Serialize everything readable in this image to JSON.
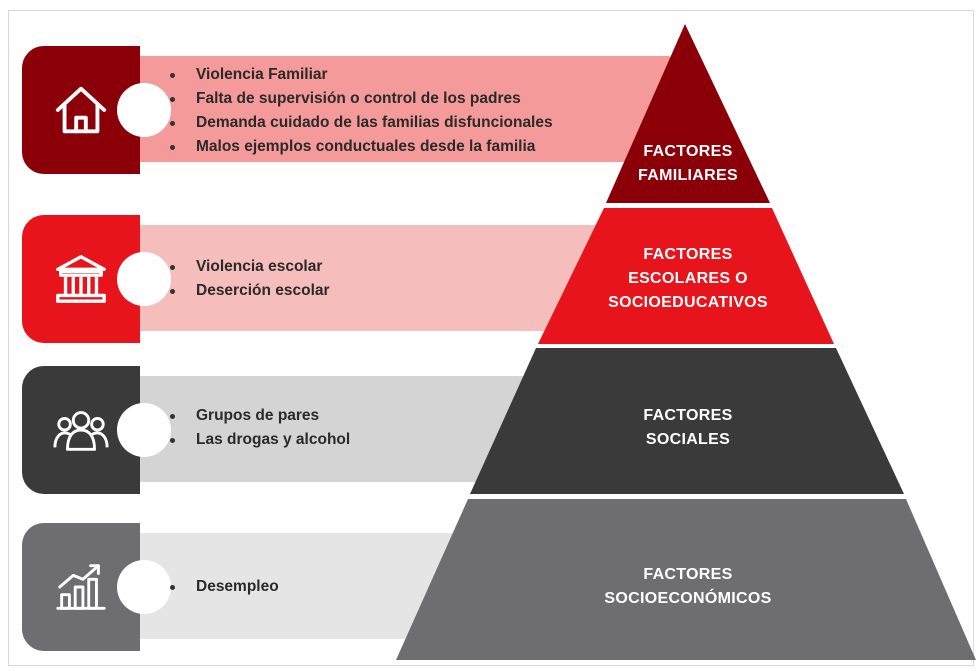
{
  "levels": [
    {
      "title_lines": [
        "FACTORES",
        "FAMILIARES"
      ],
      "icon": "house-icon",
      "items": [
        "Violencia Familiar",
        "Falta de supervisión o control de los padres",
        "Demanda cuidado de las familias disfuncionales",
        "Malos ejemplos conductuales desde la familia"
      ],
      "colors": {
        "icon_bg": "#8b0008",
        "band": "#f49a9a",
        "pyramid": "#8b0008"
      }
    },
    {
      "title_lines": [
        "FACTORES",
        "ESCOLARES O",
        "SOCIOEDUCATIVOS"
      ],
      "icon": "school-building-icon",
      "items": [
        "Violencia escolar",
        "Deserción escolar"
      ],
      "colors": {
        "icon_bg": "#e8141b",
        "band": "#f6bdbd",
        "pyramid": "#e8141b"
      }
    },
    {
      "title_lines": [
        "FACTORES",
        "SOCIALES"
      ],
      "icon": "people-group-icon",
      "items": [
        "Grupos de pares",
        "Las drogas y alcohol"
      ],
      "colors": {
        "icon_bg": "#3b3a3b",
        "band": "#d4d4d4",
        "pyramid": "#3b3a3b"
      }
    },
    {
      "title_lines": [
        "FACTORES",
        "SOCIOECONÓMICOS"
      ],
      "icon": "growth-chart-icon",
      "items": [
        "Desempleo"
      ],
      "colors": {
        "icon_bg": "#6e6e70",
        "band": "#e5e5e5",
        "pyramid": "#6e6e70"
      }
    }
  ]
}
